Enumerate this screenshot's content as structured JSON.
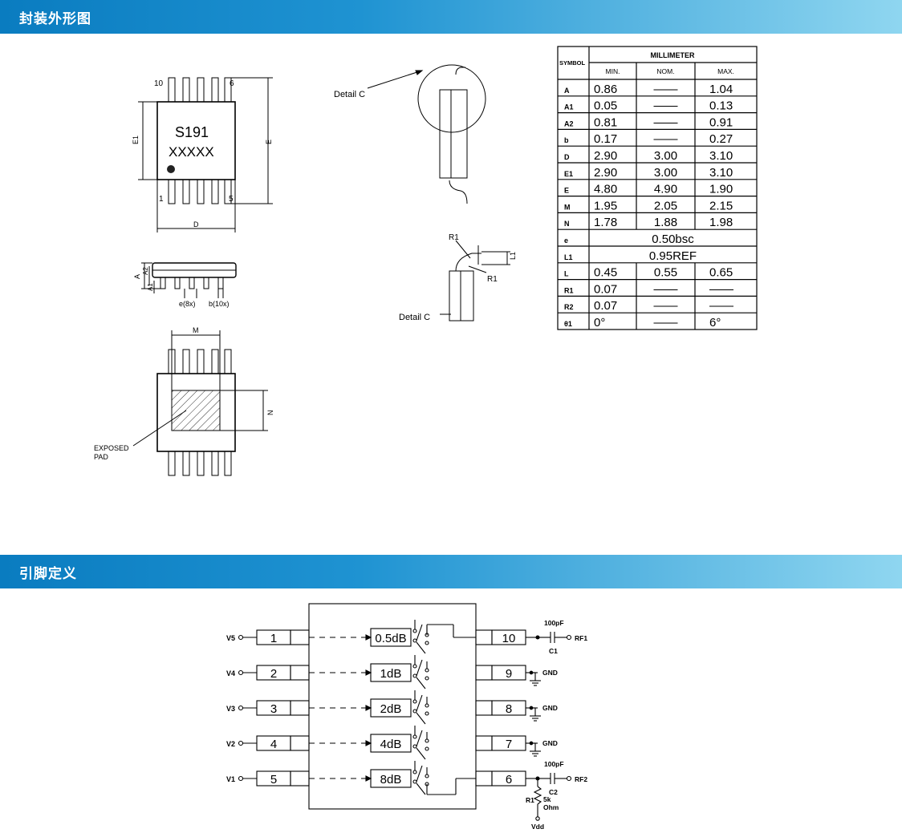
{
  "section1": {
    "title": "封装外形图"
  },
  "section2": {
    "title": "引脚定义"
  },
  "package": {
    "marking_line1": "S191",
    "marking_line2": "XXXXX",
    "pin_top_left": "10",
    "pin_top_right": "6",
    "pin_bottom_left": "1",
    "pin_bottom_right": "5",
    "dim_D": "D",
    "dim_E": "E",
    "dim_E1": "E1",
    "dim_A": "A",
    "dim_A1": "A1",
    "dim_A2": "A2",
    "pitch_label": "e(8x)",
    "lead_label": "b(10x)",
    "dim_M": "M",
    "dim_N": "N",
    "exposed_pad_line1": "EXPOSED",
    "exposed_pad_line2": "PAD",
    "detail_label_top": "Detail C",
    "detail_label_bottom": "Detail C",
    "r1_top": "R1",
    "r1_bottom": "R1",
    "dim_L1": "L1"
  },
  "dim_table": {
    "symbol_header": "SYMBOL",
    "unit_header": "MILLIMETER",
    "col_headers": [
      "MIN.",
      "NOM.",
      "MAX."
    ],
    "rows": [
      {
        "sym": "A",
        "min": "0.86",
        "nom": "——",
        "max": "1.04"
      },
      {
        "sym": "A1",
        "min": "0.05",
        "nom": "——",
        "max": "0.13"
      },
      {
        "sym": "A2",
        "min": "0.81",
        "nom": "——",
        "max": "0.91"
      },
      {
        "sym": "b",
        "min": "0.17",
        "nom": "——",
        "max": "0.27"
      },
      {
        "sym": "D",
        "min": "2.90",
        "nom": "3.00",
        "max": "3.10"
      },
      {
        "sym": "E1",
        "min": "2.90",
        "nom": "3.00",
        "max": "3.10"
      },
      {
        "sym": "E",
        "min": "4.80",
        "nom": "4.90",
        "max": "1.90"
      },
      {
        "sym": "M",
        "min": "1.95",
        "nom": "2.05",
        "max": "2.15"
      },
      {
        "sym": "N",
        "min": "1.78",
        "nom": "1.88",
        "max": "1.98"
      },
      {
        "sym": "e",
        "span": "0.50bsc"
      },
      {
        "sym": "L1",
        "span": "0.95REF"
      },
      {
        "sym": "L",
        "min": "0.45",
        "nom": "0.55",
        "max": "0.65"
      },
      {
        "sym": "R1",
        "min": "0.07",
        "nom": "——",
        "max": "——"
      },
      {
        "sym": "R2",
        "min": "0.07",
        "nom": "——",
        "max": "——"
      },
      {
        "sym": "θ1",
        "min": "0°",
        "nom": "——",
        "max": "6°"
      }
    ]
  },
  "pinout": {
    "left_pins": [
      {
        "signal": "V5",
        "num": "1",
        "atten": "0.5dB"
      },
      {
        "signal": "V4",
        "num": "2",
        "atten": "1dB"
      },
      {
        "signal": "V3",
        "num": "3",
        "atten": "2dB"
      },
      {
        "signal": "V2",
        "num": "4",
        "atten": "4dB"
      },
      {
        "signal": "V1",
        "num": "5",
        "atten": "8dB"
      }
    ],
    "right_pins": [
      {
        "num": "10",
        "label": "RF1"
      },
      {
        "num": "9",
        "label": "GND"
      },
      {
        "num": "8",
        "label": "GND"
      },
      {
        "num": "7",
        "label": "GND"
      },
      {
        "num": "6",
        "label": "RF2"
      }
    ],
    "c1_value": "100pF",
    "c1_name": "C1",
    "c2_value": "100pF",
    "c2_name": "C2",
    "r1_name": "R1",
    "r1_value_line1": "5k",
    "r1_value_line2": "Ohm",
    "vdd": "Vdd"
  }
}
